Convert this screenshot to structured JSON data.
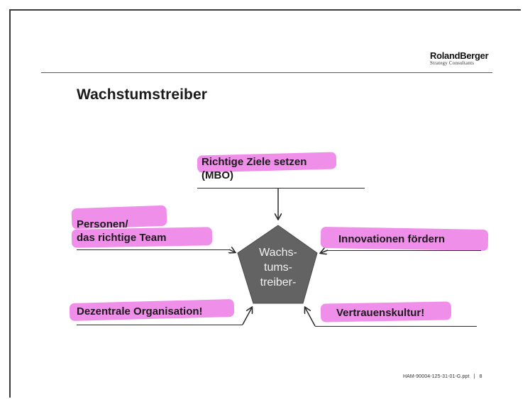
{
  "logo": {
    "name": "RolandBerger",
    "tagline": "Strategy Consultants"
  },
  "title": "Wachstumstreiber",
  "center": {
    "line1": "Wachs-",
    "line2": "tums-",
    "line3": "treiber-"
  },
  "drivers": {
    "top": {
      "line1": "Richtige Ziele setzen",
      "line2": "(MBO)"
    },
    "left_top": {
      "line1": "Personen/",
      "line2": "das richtige Team"
    },
    "right_top": {
      "line1": "Innovationen fördern"
    },
    "left_bottom": {
      "line1": "Dezentrale Organisation!"
    },
    "right_bottom": {
      "line1": "Vertrauenskultur!"
    }
  },
  "footer": {
    "file": "HAM-90004-125-31-01-G.ppt",
    "separator": "|",
    "page": "8"
  },
  "colors": {
    "highlight": "#ee7fe6",
    "pentagon": "#636363",
    "text": "#1a1a1a"
  }
}
